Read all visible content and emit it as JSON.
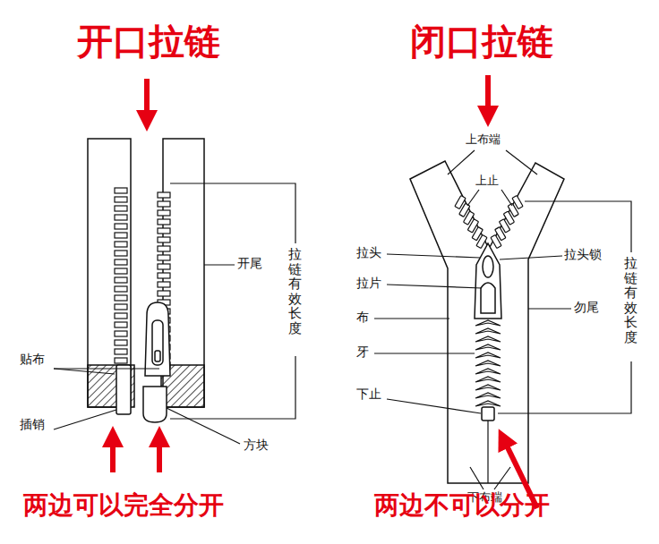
{
  "diagram": {
    "labels": [
      "开口拉链",
      "开尾",
      "拉链有效长度",
      "贴布",
      "插销",
      "方块",
      "两边可以完全分开",
      "闭口拉链",
      "上布端",
      "上止",
      "拉头",
      "拉头锁",
      "拉片",
      "布",
      "勿尾",
      "牙",
      "下止",
      "下布端",
      "拉链有效长度",
      "两边不可以分开"
    ]
  }
}
